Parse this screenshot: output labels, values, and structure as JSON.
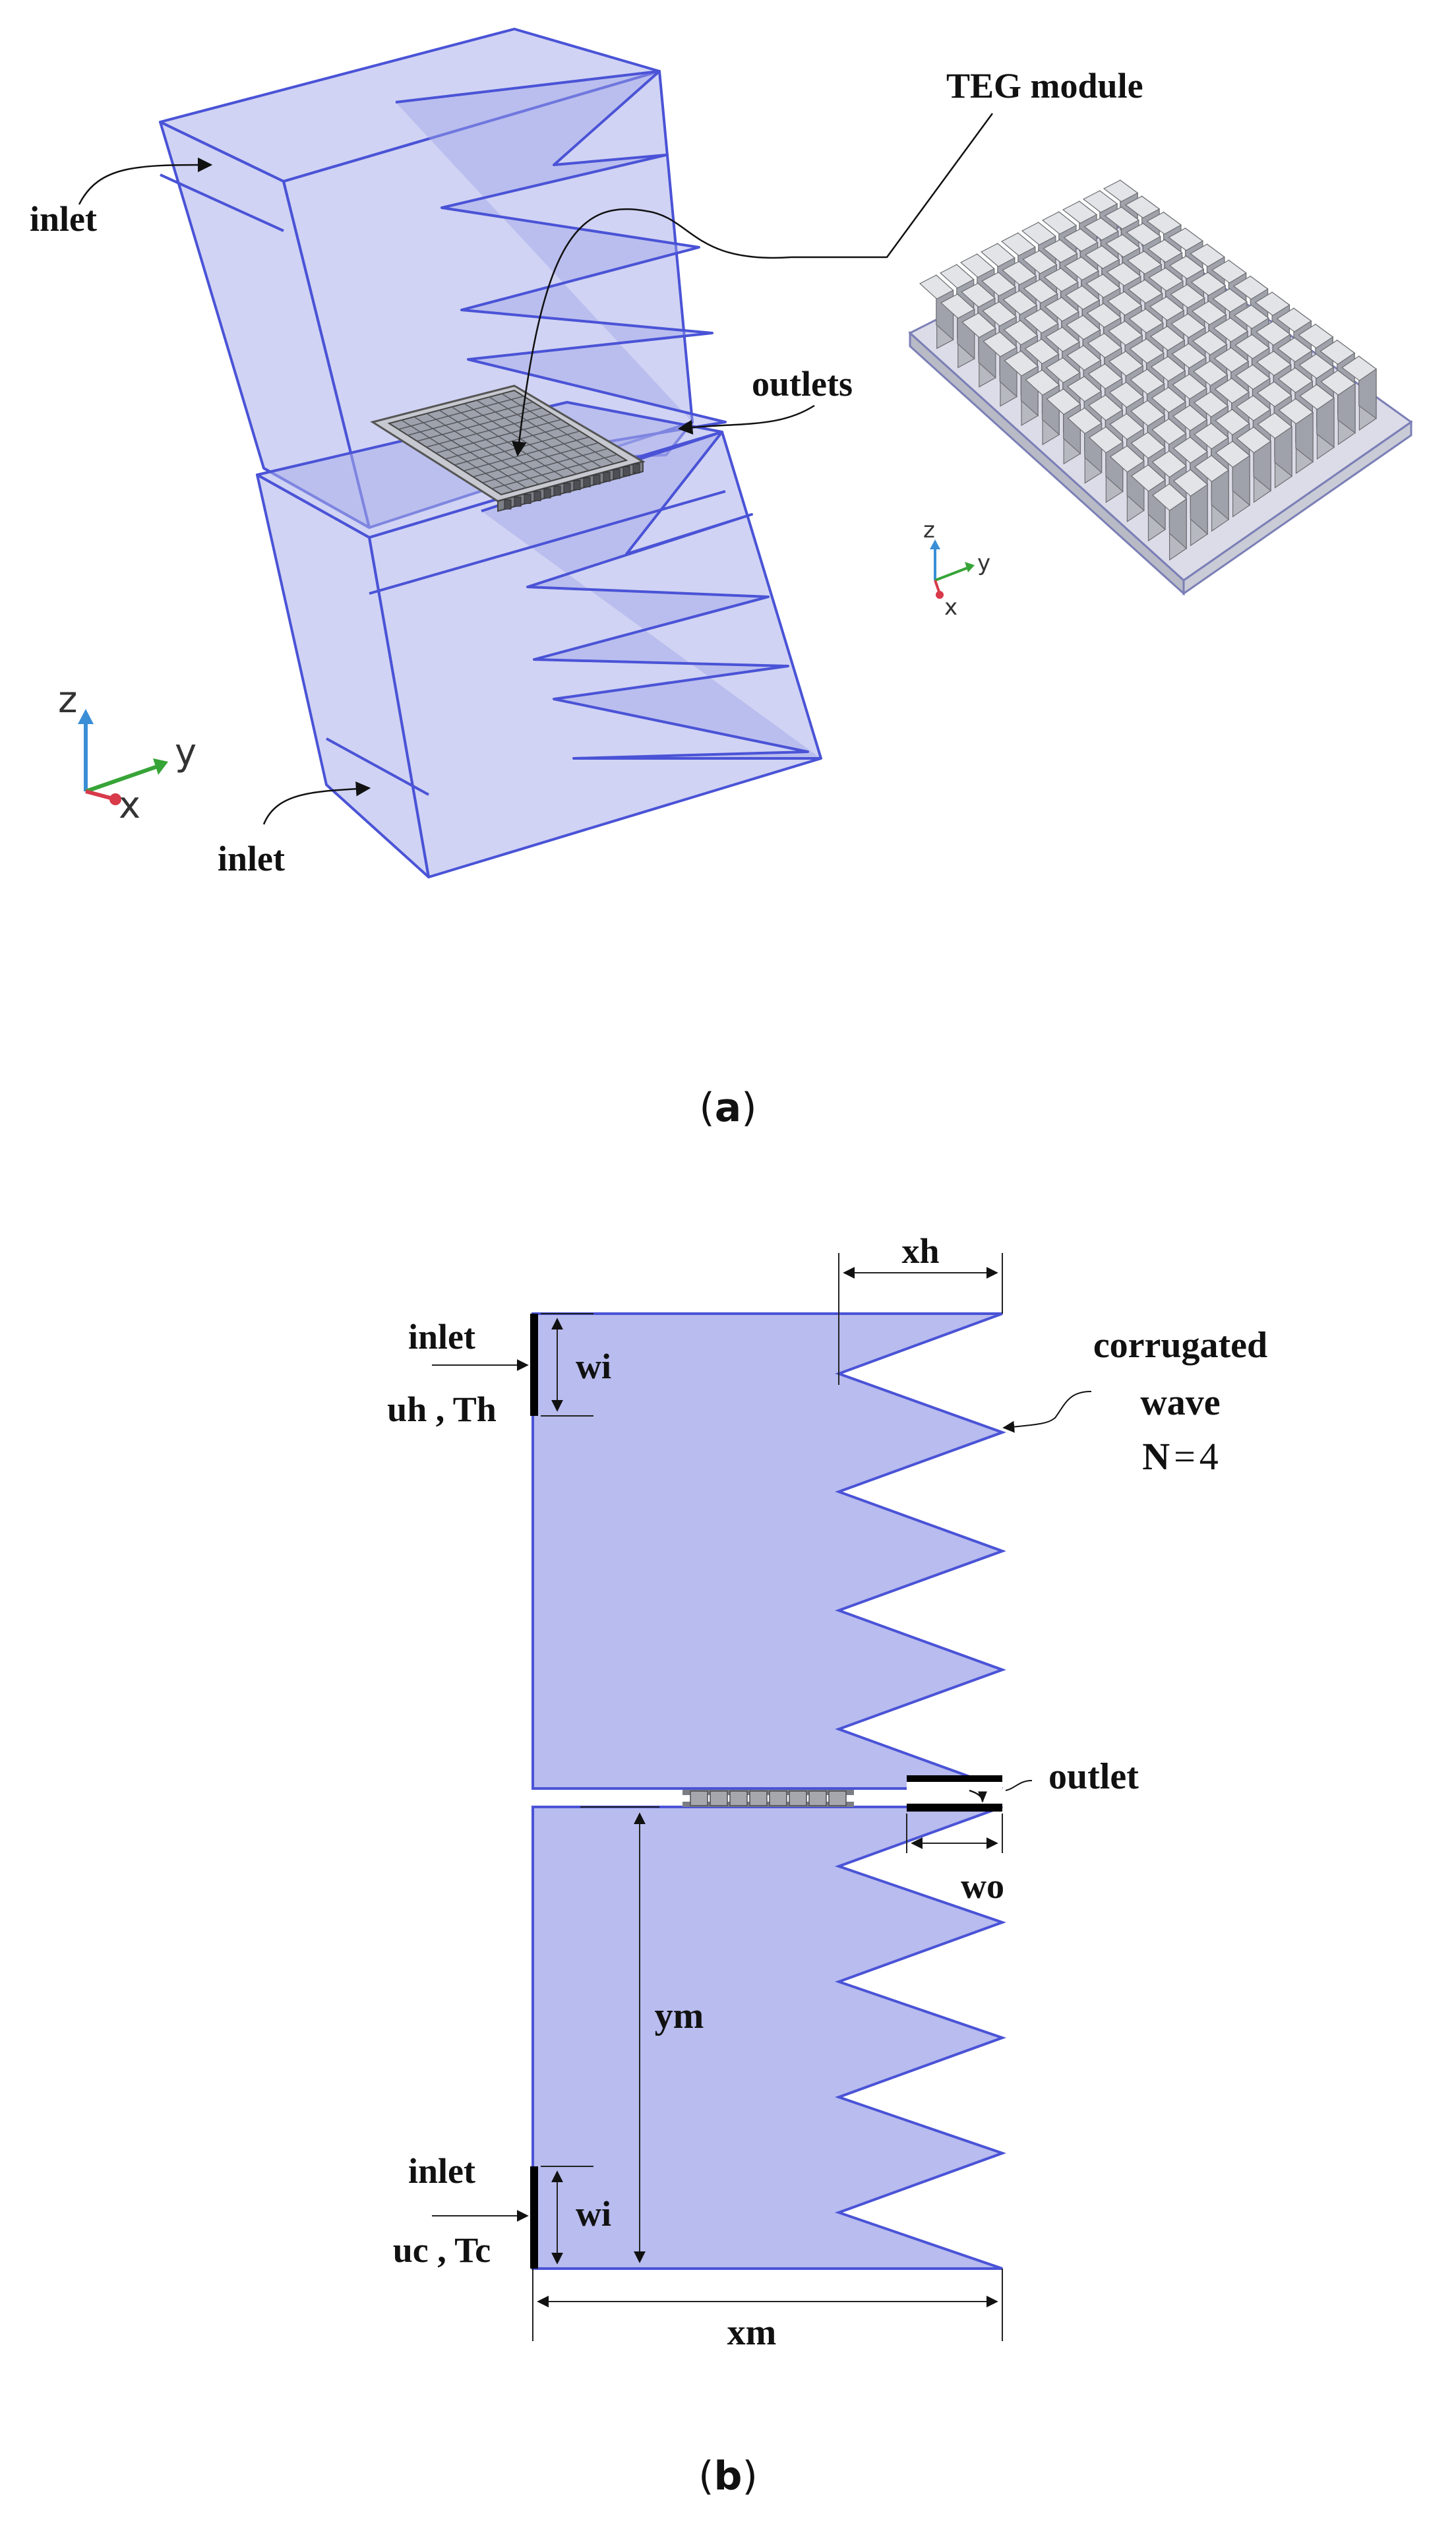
{
  "colors": {
    "fluid_fill": "#a9aeea",
    "fluid_stroke": "#4a53d6",
    "teg_fill": "#d9dadc",
    "teg_stroke": "#6d6f73",
    "dim_line": "#222222",
    "axis_z": "#3a8ed6",
    "axis_y": "#37a437",
    "axis_x": "#d83a4a"
  },
  "panel_a": {
    "caption_open": "(",
    "caption_letter": "a",
    "caption_close": ")",
    "labels": {
      "inlet_top": "inlet",
      "inlet_bottom": "inlet",
      "outlets": "outlets",
      "teg_module": "TEG module"
    },
    "axes_main": {
      "z": "z",
      "y": "y",
      "x": "x"
    },
    "axes_teg": {
      "z": "z",
      "y": "y",
      "x": "x"
    },
    "teg_grid": {
      "rows": 12,
      "cols": 10
    }
  },
  "panel_b": {
    "caption_open": "(",
    "caption_letter": "b",
    "caption_close": ")",
    "labels": {
      "inlet_top": "inlet",
      "inlet_top_cond": "uh , Th",
      "inlet_bottom": "inlet",
      "inlet_bottom_cond": "uc , Tc",
      "wi_top": "wi",
      "wi_bottom": "wi",
      "xh": "xh",
      "corrugated_line1": "corrugated",
      "corrugated_line2": "wave",
      "n_symbol": "N",
      "n_equals": "=",
      "n_value": "4",
      "outlet": "outlet",
      "wo": "wo",
      "ym": "ym",
      "xm": "xm"
    },
    "teg_cells": 8
  }
}
